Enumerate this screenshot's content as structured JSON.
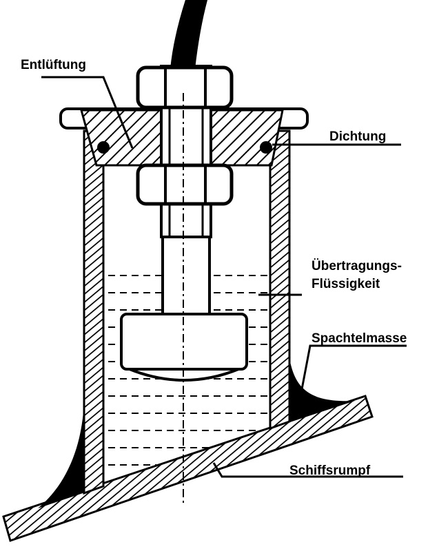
{
  "labels": {
    "entlueftung": "Entlüftung",
    "dichtung": "Dichtung",
    "fluessigkeit_line1": "Übertragungs-",
    "fluessigkeit_line2": "Flüssigkeit",
    "spachtelmasse": "Spachtelmasse",
    "schiffsrumpf": "Schiffsrumpf"
  }
}
